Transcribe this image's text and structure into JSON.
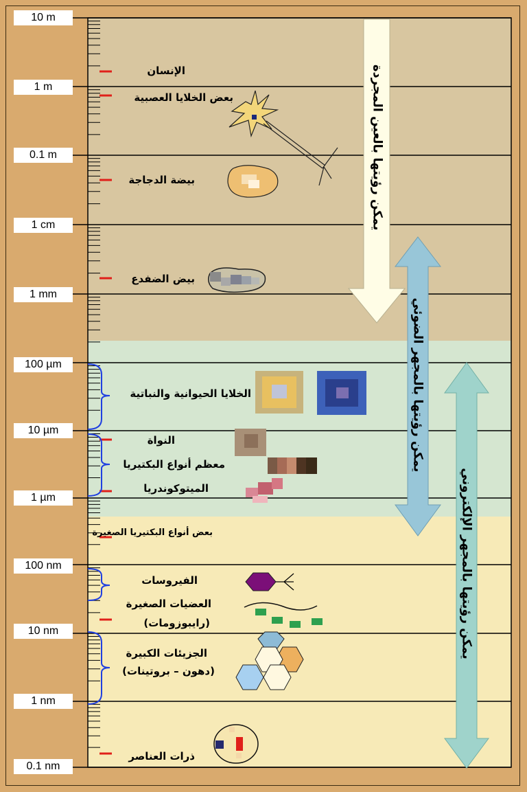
{
  "scale_labels": [
    "10 m",
    "1 m",
    "0.1 m",
    "1 cm",
    "1 mm",
    "100 µm",
    "10 µm",
    "1 µm",
    "100 nm",
    "10 nm",
    "1 nm",
    "0.1 nm"
  ],
  "items": {
    "human": "الإنسان",
    "nerve_cells": "بعض الخلايا العصبية",
    "chicken_egg": "بيضة الدجاجة",
    "frog_eggs": "بيض الضفدع",
    "cells": "الخلايا الحيوانية والنباتية",
    "nucleus": "النواة",
    "most_bacteria": "معظم أنواع البكتيريا",
    "mitochondria": "الميتوكوندريا",
    "small_bacteria": "بعض أنواع البكتيريا الصغيرة",
    "viruses": "الفيروسات",
    "ribosomes_1": "العضيات الصغيرة",
    "ribosomes_2": "(رايبوزومات)",
    "macromolecules_1": "الجزيئات الكبيرة",
    "macromolecules_2": "(دهون – بروتينات)",
    "atoms": "ذرات العناصر"
  },
  "arrows": {
    "naked_eye": "يمكن رؤيتها بالعين المجردة",
    "light_microscope": "يمكن رؤيتها بالمجهر الضوئي",
    "electron_microscope": "يمكن رؤيتها بالمجهر الإلكتروني"
  },
  "colors": {
    "background": "#d9aa6e",
    "naked_eye_zone": "#d8c6a0",
    "light_zone": "#d5e6d0",
    "electron_zone": "#f7eab7",
    "naked_eye_arrow": "#fffde6",
    "light_arrow": "#98c6d8",
    "electron_arrow": "#9fd3cb",
    "marker": "#e0201a",
    "bracket": "#1f3fe0"
  }
}
